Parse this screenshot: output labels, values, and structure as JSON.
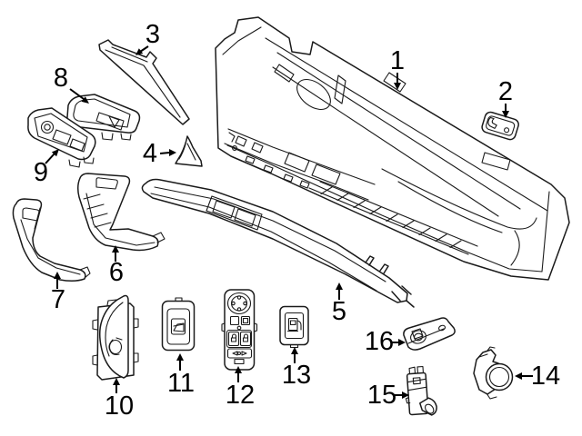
{
  "diagram": {
    "background_color": "#ffffff",
    "line_color": "#1a1a1a",
    "text_color": "#000000",
    "callouts": [
      {
        "label": "1"
      },
      {
        "label": "2"
      },
      {
        "label": "3"
      },
      {
        "label": "4"
      },
      {
        "label": "5"
      },
      {
        "label": "6"
      },
      {
        "label": "7"
      },
      {
        "label": "8"
      },
      {
        "label": "9"
      },
      {
        "label": "10"
      },
      {
        "label": "11"
      },
      {
        "label": "12"
      },
      {
        "label": "13"
      },
      {
        "label": "14"
      },
      {
        "label": "15"
      },
      {
        "label": "16"
      }
    ]
  }
}
